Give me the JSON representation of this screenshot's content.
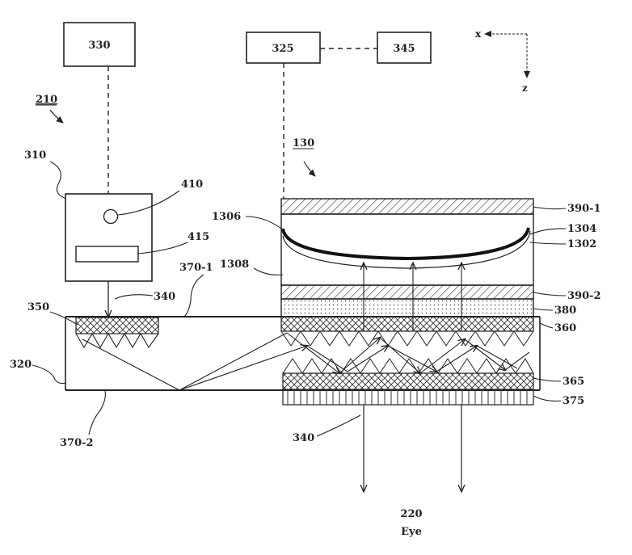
{
  "boxes": {
    "b330": "330",
    "b325": "325",
    "b345": "345"
  },
  "axes": {
    "x": "x",
    "z": "z"
  },
  "labels": {
    "l210": "210",
    "l130": "130",
    "l310": "310",
    "l410": "410",
    "l415": "415",
    "l370_1": "370-1",
    "l340_top": "340",
    "l350": "350",
    "l320": "320",
    "l370_2": "370-2",
    "l340_bottom": "340",
    "l1306": "1306",
    "l1304": "1304",
    "l1302": "1302",
    "l1308": "1308",
    "l390_1": "390-1",
    "l390_2": "390-2",
    "l380": "380",
    "l360": "360",
    "l365": "365",
    "l375": "375",
    "l220": "220",
    "eye": "Eye"
  }
}
